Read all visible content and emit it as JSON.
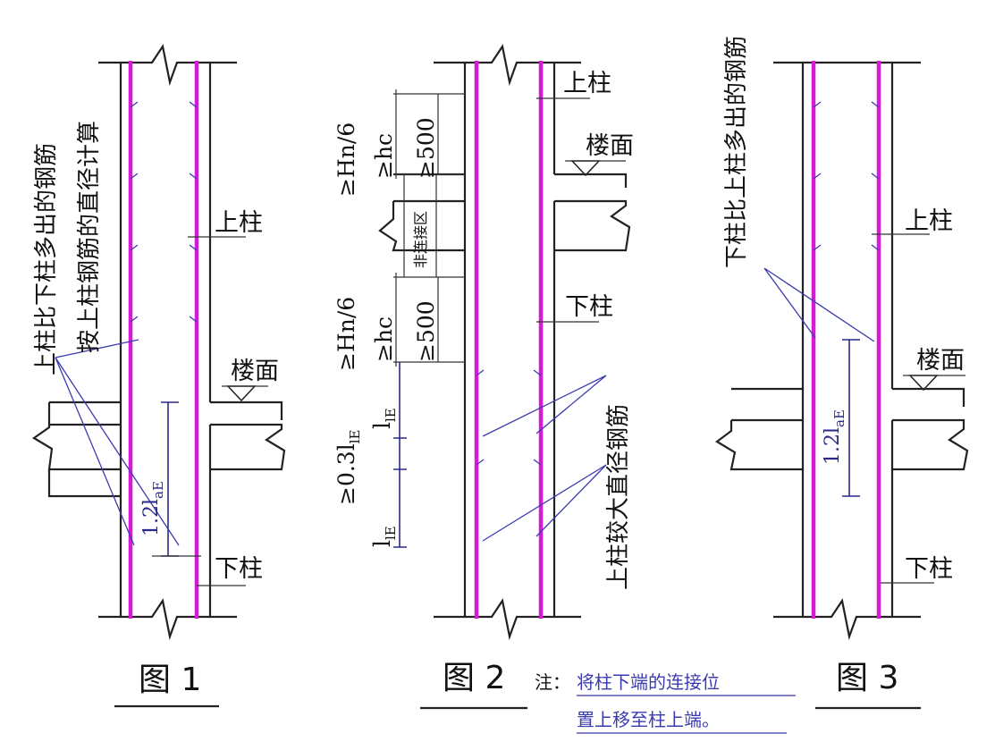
{
  "fig1": {
    "caption": "图 1",
    "label_upper": "上柱",
    "label_lower": "下柱",
    "label_floor": "楼面",
    "note_a": "上柱比下柱多出的钢筋",
    "note_b": "按上柱钢筋的直径计算",
    "dim_len": "1.2l",
    "dim_sub": "aE"
  },
  "fig2": {
    "caption": "图 2",
    "label_upper": "上柱",
    "label_lower": "下柱",
    "label_floor": "楼面",
    "zone": "非连接区",
    "bars_note": "上柱较大直径钢筋",
    "d_hn_top": "≥Hn/6",
    "d_hc_top": "≥hc",
    "d_500_top": "≥500",
    "d_hn_bot": "≥Hn/6",
    "d_hc_bot": "≥hc",
    "d_500_bot": "≥500",
    "d_le_1": "l",
    "d_le_1_sub": "lE",
    "d_03": "≥0.3l",
    "d_03_sub": "lE",
    "d_le_2": "l",
    "d_le_2_sub": "lE"
  },
  "fig3": {
    "caption": "图 3",
    "label_upper": "上柱",
    "label_lower": "下柱",
    "label_floor": "楼面",
    "note": "下柱比上柱多出的钢筋",
    "dim_len": "1.2l",
    "dim_sub": "aE"
  },
  "footnote": {
    "prefix": "注：",
    "line1": "将柱下端的连接位",
    "line2": "置上移至柱上端。"
  },
  "colors": {
    "rebar": "#d61ad6",
    "leader": "#3b3bb0"
  }
}
